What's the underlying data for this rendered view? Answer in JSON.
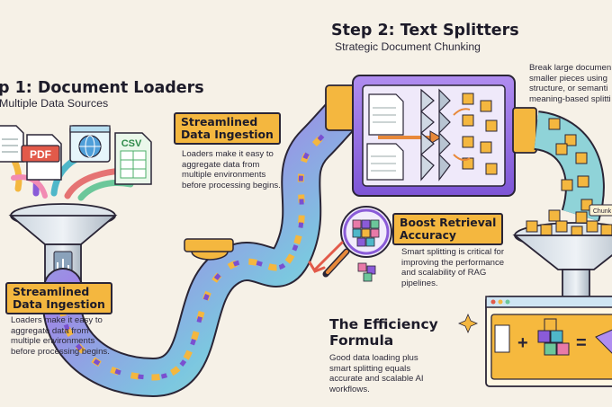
{
  "step1": {
    "title": "p 1: Document Loaders",
    "subtitle": "Multiple Data Sources",
    "file_icons": [
      "PDF",
      "CSV"
    ]
  },
  "callout_top": {
    "heading_line1": "Streamlined",
    "heading_line2": "Data Ingestion",
    "body": "Loaders make it easy to aggregate data from multiple environments before processing begins."
  },
  "callout_bottom": {
    "heading_line1": "Streamlined",
    "heading_line2": "Data Ingestion",
    "body": "Loaders make it easy to aggregate data from multiple environments before processing begins."
  },
  "step2": {
    "title": "Step 2: Text Splitters",
    "subtitle": "Strategic Document Chunking",
    "description": "Break large documen smaller pieces using structure, or semanti meaning-based splitti",
    "chunk_label": "Chunk"
  },
  "retrieval": {
    "heading_line1": "Boost Retrieval",
    "heading_line2": "Accuracy",
    "body": "Smart splitting is critical for improving the performance and scalability of RAG pipelines."
  },
  "efficiency": {
    "title_line1": "The Efficiency",
    "title_line2": "Formula",
    "body": "Good data loading plus smart splitting equals accurate and scalable AI workflows.",
    "operators": [
      "+",
      "="
    ]
  },
  "colors": {
    "background": "#f6f1e7",
    "accent_orange": "#f4b73f",
    "purple": "#8a5bd8",
    "teal": "#4fb7c9",
    "outline": "#2a2536"
  }
}
